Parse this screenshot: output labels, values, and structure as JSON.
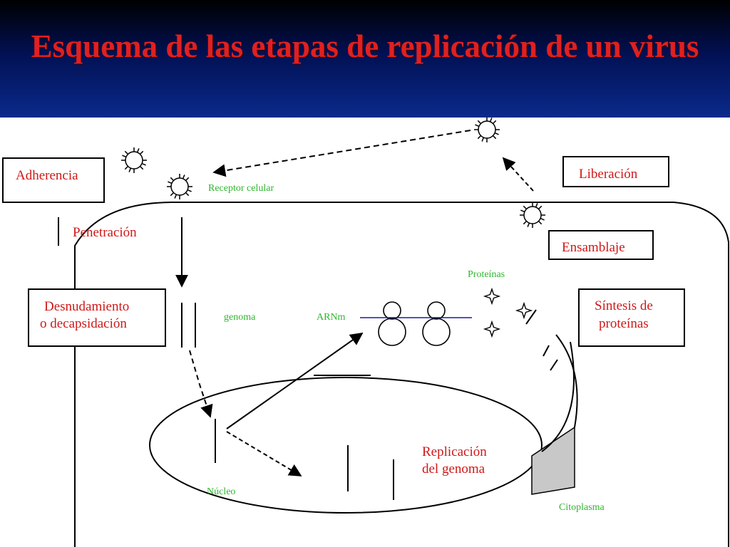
{
  "title": "Esquema de las etapas de replicación de un virus",
  "colors": {
    "header_dark": "#000000",
    "header_blue": "#0a2a8c",
    "title": "#e02020",
    "label_red": "#d01818",
    "label_green": "#2fb52f",
    "line": "#000000",
    "mrna_line": "#1a1aa0",
    "shaded": "#c8c8c8"
  },
  "boxes": {
    "adherencia": "Adherencia",
    "liberacion": "Liberación",
    "ensamblaje": "Ensamblaje",
    "desnudamiento_1": "Desnudamiento",
    "desnudamiento_2": "o decapsidación",
    "sintesis_1": "Síntesis de",
    "sintesis_2": "proteínas"
  },
  "labels": {
    "penetracion": "Penetración",
    "replicacion_1": "Replicación",
    "replicacion_2": "del genoma",
    "receptor": "Receptor celular",
    "genoma": "genoma",
    "arnm": "ARNm",
    "proteinas": "Proteínas",
    "nucleo": "Núcleo",
    "citoplasma": "Citoplasma"
  }
}
